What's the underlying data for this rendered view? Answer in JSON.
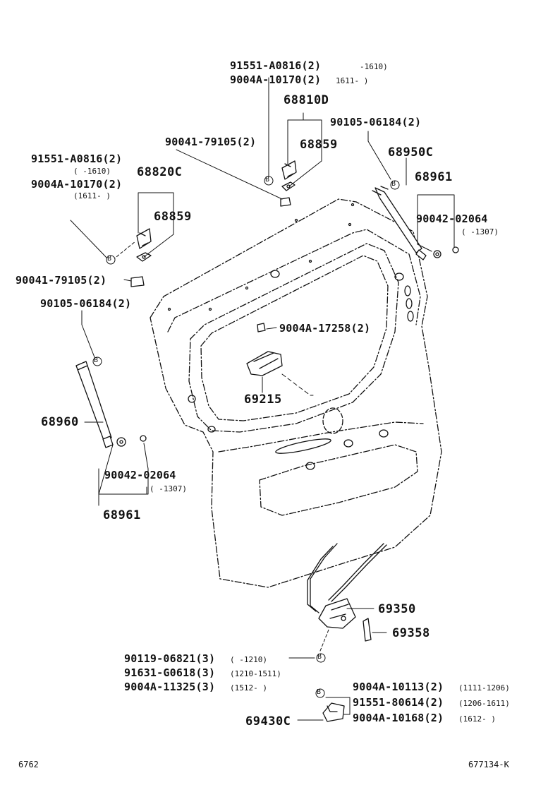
{
  "callouts": {
    "top_a": "91551-A0816(2)",
    "top_a_range": "-1610)",
    "top_b": "9004A-10170(2)",
    "top_b_range": "1611-    )",
    "p68810d": "68810D",
    "p90105_right": "90105-06184(2)",
    "p90041_top": "90041-79105(2)",
    "p68859_right": "68859",
    "p68950c": "68950C",
    "left_a": "91551-A0816(2)",
    "left_a_range": "(     -1610)",
    "p68820c": "68820C",
    "left_b": "9004A-10170(2)",
    "left_b_range": "(1611-    )",
    "p68961_right": "68961",
    "p68859_left": "68859",
    "p90042_right": "90042-02064",
    "p90042_right_range": "(     -1307)",
    "p90041_left": "90041-79105(2)",
    "p90105_left": "90105-06184(2)",
    "p9004a_17258": "9004A-17258(2)",
    "p69215": "69215",
    "p68960": "68960",
    "p90042_left": "90042-02064",
    "p90042_left_range": "(     -1307)",
    "p68961_left": "68961",
    "p69350": "69350",
    "p69358": "69358",
    "bot_a": "90119-06821(3)",
    "bot_a_range": "(     -1210)",
    "bot_b": "91631-G0618(3)",
    "bot_b_range": "(1210-1511)",
    "bot_c": "9004A-11325(3)",
    "bot_c_range": "(1512-    )",
    "striker_a": "9004A-10113(2)",
    "striker_a_range": "(1111-1206)",
    "striker_b": "91551-80614(2)",
    "striker_b_range": "(1206-1611)",
    "striker_c": "9004A-10168(2)",
    "striker_c_range": "(1612-    )",
    "p69430c": "69430C"
  },
  "markers": {
    "bolt": "B"
  },
  "footer": {
    "left": "6762",
    "right": "677134-K"
  },
  "colors": {
    "ink": "#111111",
    "background": "#ffffff"
  }
}
